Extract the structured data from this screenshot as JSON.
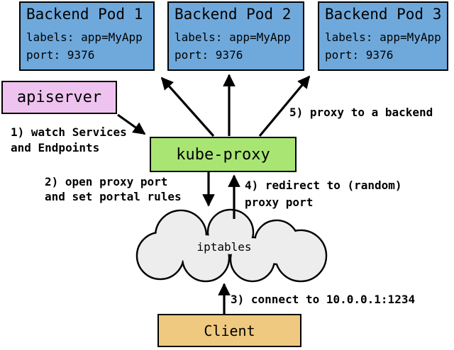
{
  "diagram": {
    "pods": [
      {
        "title": "Backend Pod 1",
        "labels_line": "labels: app=MyApp",
        "port_line": "port: 9376"
      },
      {
        "title": "Backend Pod 2",
        "labels_line": "labels: app=MyApp",
        "port_line": "port: 9376"
      },
      {
        "title": "Backend Pod 3",
        "labels_line": "labels: app=MyApp",
        "port_line": "port: 9376"
      }
    ],
    "nodes": {
      "apiserver": "apiserver",
      "kube_proxy": "kube-proxy",
      "iptables": "iptables",
      "client": "Client"
    },
    "annotations": [
      {
        "lines": [
          "1) watch Services",
          "and Endpoints"
        ]
      },
      {
        "lines": [
          "2) open proxy port",
          "and set portal rules"
        ]
      },
      {
        "lines": [
          "3) connect to 10.0.0.1:1234"
        ]
      },
      {
        "lines": [
          "4) redirect to (random)",
          "proxy port"
        ]
      },
      {
        "lines": [
          "5) proxy to a backend"
        ]
      }
    ],
    "colors": {
      "pod_fill": "#6FA9DC",
      "apiserver_fill": "#EEC3EF",
      "kube_proxy_fill": "#A9E573",
      "iptables_fill": "#EDEDED",
      "client_fill": "#EFC97F",
      "stroke": "#000000",
      "background": "#FFFFFF"
    }
  }
}
